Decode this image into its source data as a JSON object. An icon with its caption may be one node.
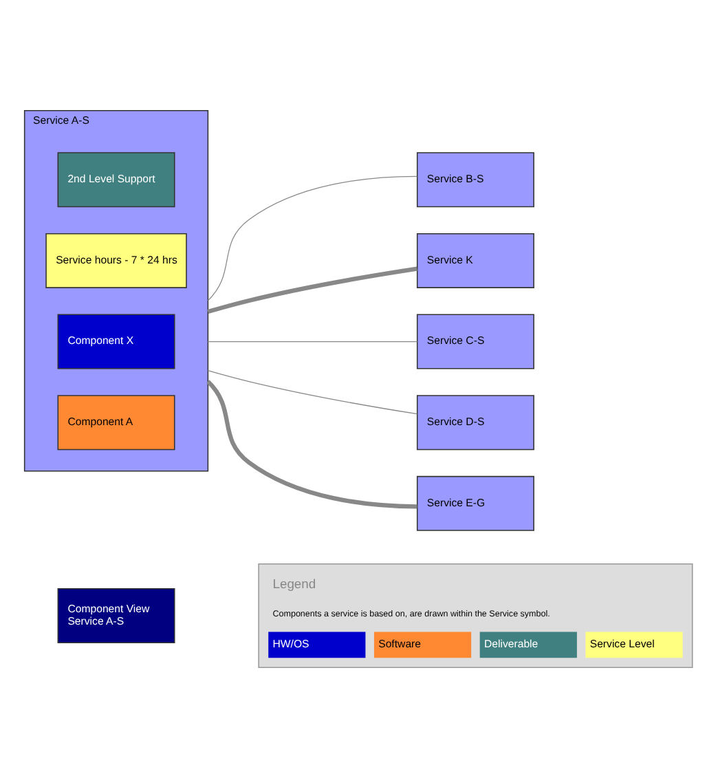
{
  "diagram": {
    "nodes": [
      {
        "text": [
          "Component View",
          "Service A-S"
        ]
      },
      {
        "text": [
          "Service A-S"
        ]
      },
      {
        "text": [
          "2nd Level Support"
        ],
        "in": 1
      },
      {
        "text": [
          "Service hours - 7 * 24 hrs"
        ],
        "in": 1
      },
      {
        "text": [
          "Component X"
        ],
        "in": 1
      },
      {
        "text": [
          "Component A"
        ],
        "in": 1
      },
      {
        "text": [
          "Service B-S"
        ]
      },
      {
        "text": [
          "Service K"
        ]
      },
      {
        "text": [
          "Service C-S"
        ]
      },
      {
        "text": [
          "Service D-S"
        ]
      },
      {
        "text": [
          "Service E-G"
        ]
      }
    ],
    "edges": [
      {
        "from": 1,
        "to": 6,
        "arrow": "none"
      },
      {
        "from": 1,
        "to": 7,
        "arrow": "none",
        "style": "thick"
      },
      {
        "from": 1,
        "to": 8,
        "arrow": "none"
      },
      {
        "from": 1,
        "to": 9,
        "arrow": "none"
      },
      {
        "from": 1,
        "to": 10,
        "arrow": "none",
        "style": "thick"
      }
    ],
    "labels": [
      "Legend",
      "Components a service is based on, are drawn within the Service symbol."
    ],
    "legend": [
      {
        "text": "HW/OS",
        "color": "#0000cc"
      },
      {
        "text": "Software",
        "color": "#ff8833"
      },
      {
        "text": "Deliverable",
        "color": "#408080"
      },
      {
        "text": "Service Level",
        "color": "#ffff80"
      }
    ]
  }
}
